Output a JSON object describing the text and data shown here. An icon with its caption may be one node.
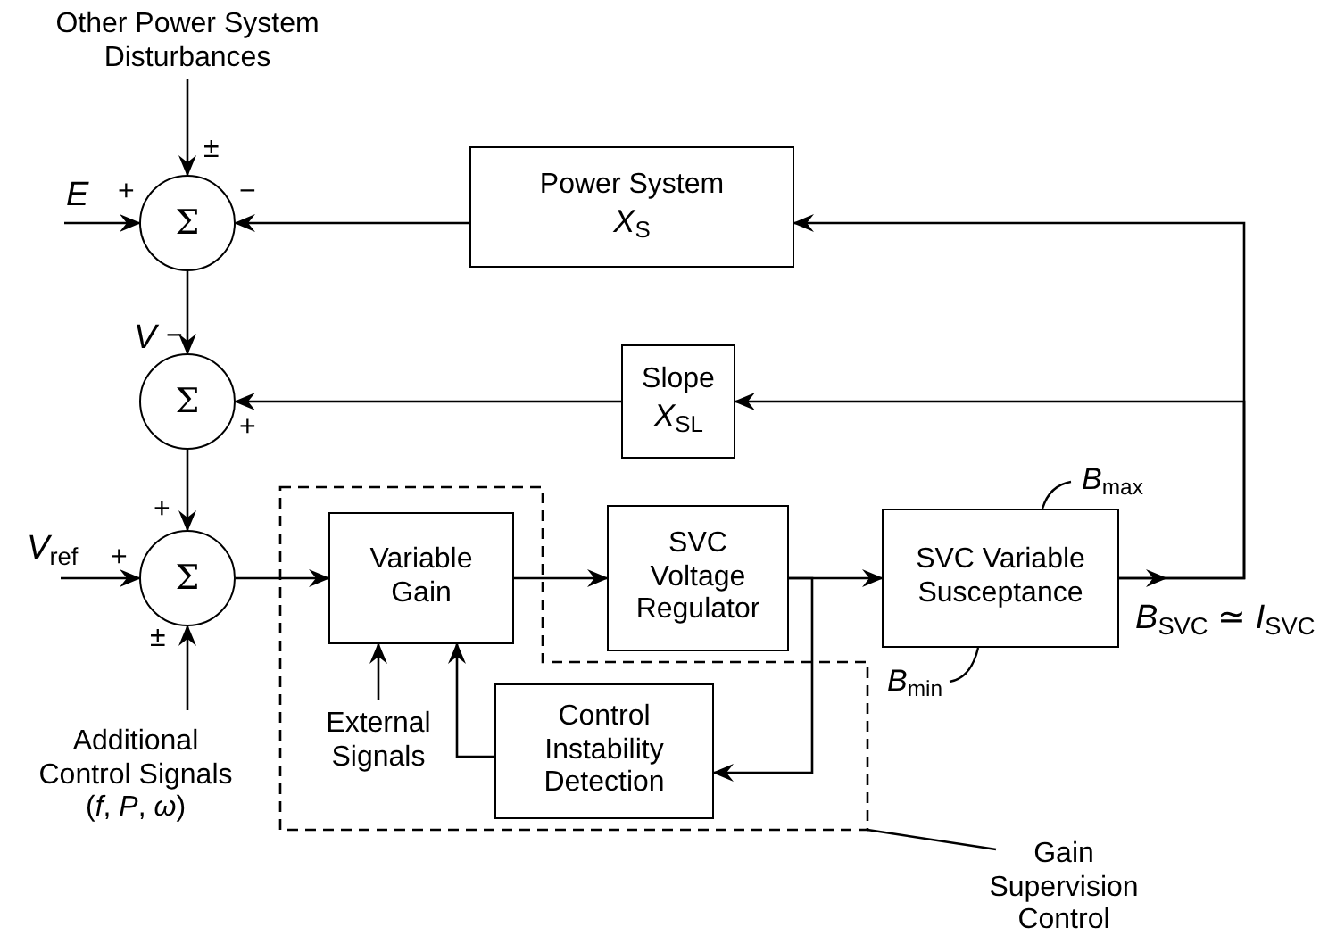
{
  "diagram": {
    "nodes": [
      {
        "text": [
          "Other Power System Disturbances"
        ]
      },
      {
        "text": [
          "Σ"
        ]
      },
      {
        "text": [
          "Power System",
          "*X*$_{S}$"
        ]
      },
      {
        "text": [
          "Σ"
        ]
      },
      {
        "text": [
          "Slope",
          "*X*$_{SL}$"
        ]
      },
      {
        "text": [
          "Σ"
        ]
      },
      {
        "text": [
          "Additional Control Signals (*f*, *P*, *ω*)"
        ]
      },
      {
        "text": [],
        "shape": "box"
      },
      {
        "text": [
          "Variable Gain"
        ],
        "in": 7
      },
      {
        "text": [
          "External Signals"
        ],
        "in": 7
      },
      {
        "text": [
          "SVC Voltage Regulator"
        ]
      },
      {
        "text": [
          "Control Instability Detection"
        ],
        "in": 7
      },
      {
        "text": [
          "SVC Variable Susceptance"
        ],
        "beside": [
          "*B*$_{max}$",
          "*B*$_{min}$"
        ]
      },
      {
        "text": [
          "Gain Supervision Control"
        ]
      }
    ],
    "edges": [
      {
        "from": 0,
        "to": 1,
        "arrow": "to"
      },
      {
        "from": null,
        "to": 1,
        "arrow": "to",
        "label": "E"
      },
      {
        "from": 2,
        "to": 1,
        "arrow": "to"
      },
      {
        "from": 1,
        "to": 3,
        "arrow": "to",
        "label": "V"
      },
      {
        "from": 4,
        "to": 3,
        "arrow": "to"
      },
      {
        "from": 3,
        "to": 5,
        "arrow": "to"
      },
      {
        "from": null,
        "to": 5,
        "arrow": "to",
        "label": "V$_{ref}$"
      },
      {
        "from": 6,
        "to": 5,
        "arrow": "to"
      },
      {
        "from": 5,
        "to": 8,
        "arrow": "to"
      },
      {
        "from": 8,
        "to": 10,
        "arrow": "to"
      },
      {
        "from": 10,
        "to": 12,
        "arrow": "to"
      },
      {
        "from": 10,
        "to": 11,
        "arrow": "to"
      },
      {
        "from": 9,
        "to": 8,
        "arrow": "to"
      },
      {
        "from": 11,
        "to": 8,
        "arrow": "to"
      },
      {
        "from": 12,
        "to": 2,
        "arrow": "to"
      },
      {
        "from": 12,
        "to": 4,
        "arrow": "to"
      },
      {
        "from": 13,
        "to": 7,
        "arrow": "none"
      }
    ],
    "labels": [
      "±",
      "+",
      "−",
      "−",
      "+",
      "+",
      "+",
      "±",
      "*B*$_{SVC}$ ≃ *I*$_{SVC}$"
    ]
  }
}
